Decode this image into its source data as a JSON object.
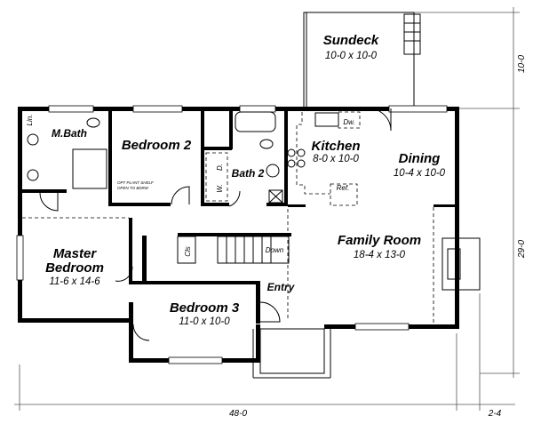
{
  "rooms": {
    "sundeck": {
      "name": "Sundeck",
      "size": "10-0 x 10-0"
    },
    "master_bath": {
      "name": "M.Bath"
    },
    "bedroom2": {
      "name": "Bedroom 2"
    },
    "bath2": {
      "name": "Bath 2"
    },
    "kitchen": {
      "name": "Kitchen",
      "size": "8-0 x 10-0"
    },
    "dining": {
      "name": "Dining",
      "size": "10-4 x 10-0"
    },
    "family_room": {
      "name": "Family Room",
      "size": "18-4 x 13-0"
    },
    "master_bedroom": {
      "name_line1": "Master",
      "name_line2": "Bedroom",
      "size": "11-6 x 14-6"
    },
    "bedroom3": {
      "name": "Bedroom 3",
      "size": "11-0 x 10-0"
    },
    "entry": {
      "name": "Entry"
    }
  },
  "labels": {
    "linen": "Lin.",
    "closet": "Cls",
    "down": "Down",
    "washer": "W.",
    "dryer": "D.",
    "dishwasher": "Dw.",
    "refrigerator": "Ref.",
    "plant_shelf_line1": "OPT PLANT SHELF",
    "plant_shelf_line2": "OPEN TO BDRM"
  },
  "dimensions": {
    "sundeck_depth": "10-0",
    "house_depth": "29-0",
    "house_width": "48-0",
    "fireplace_projection": "2-4"
  }
}
